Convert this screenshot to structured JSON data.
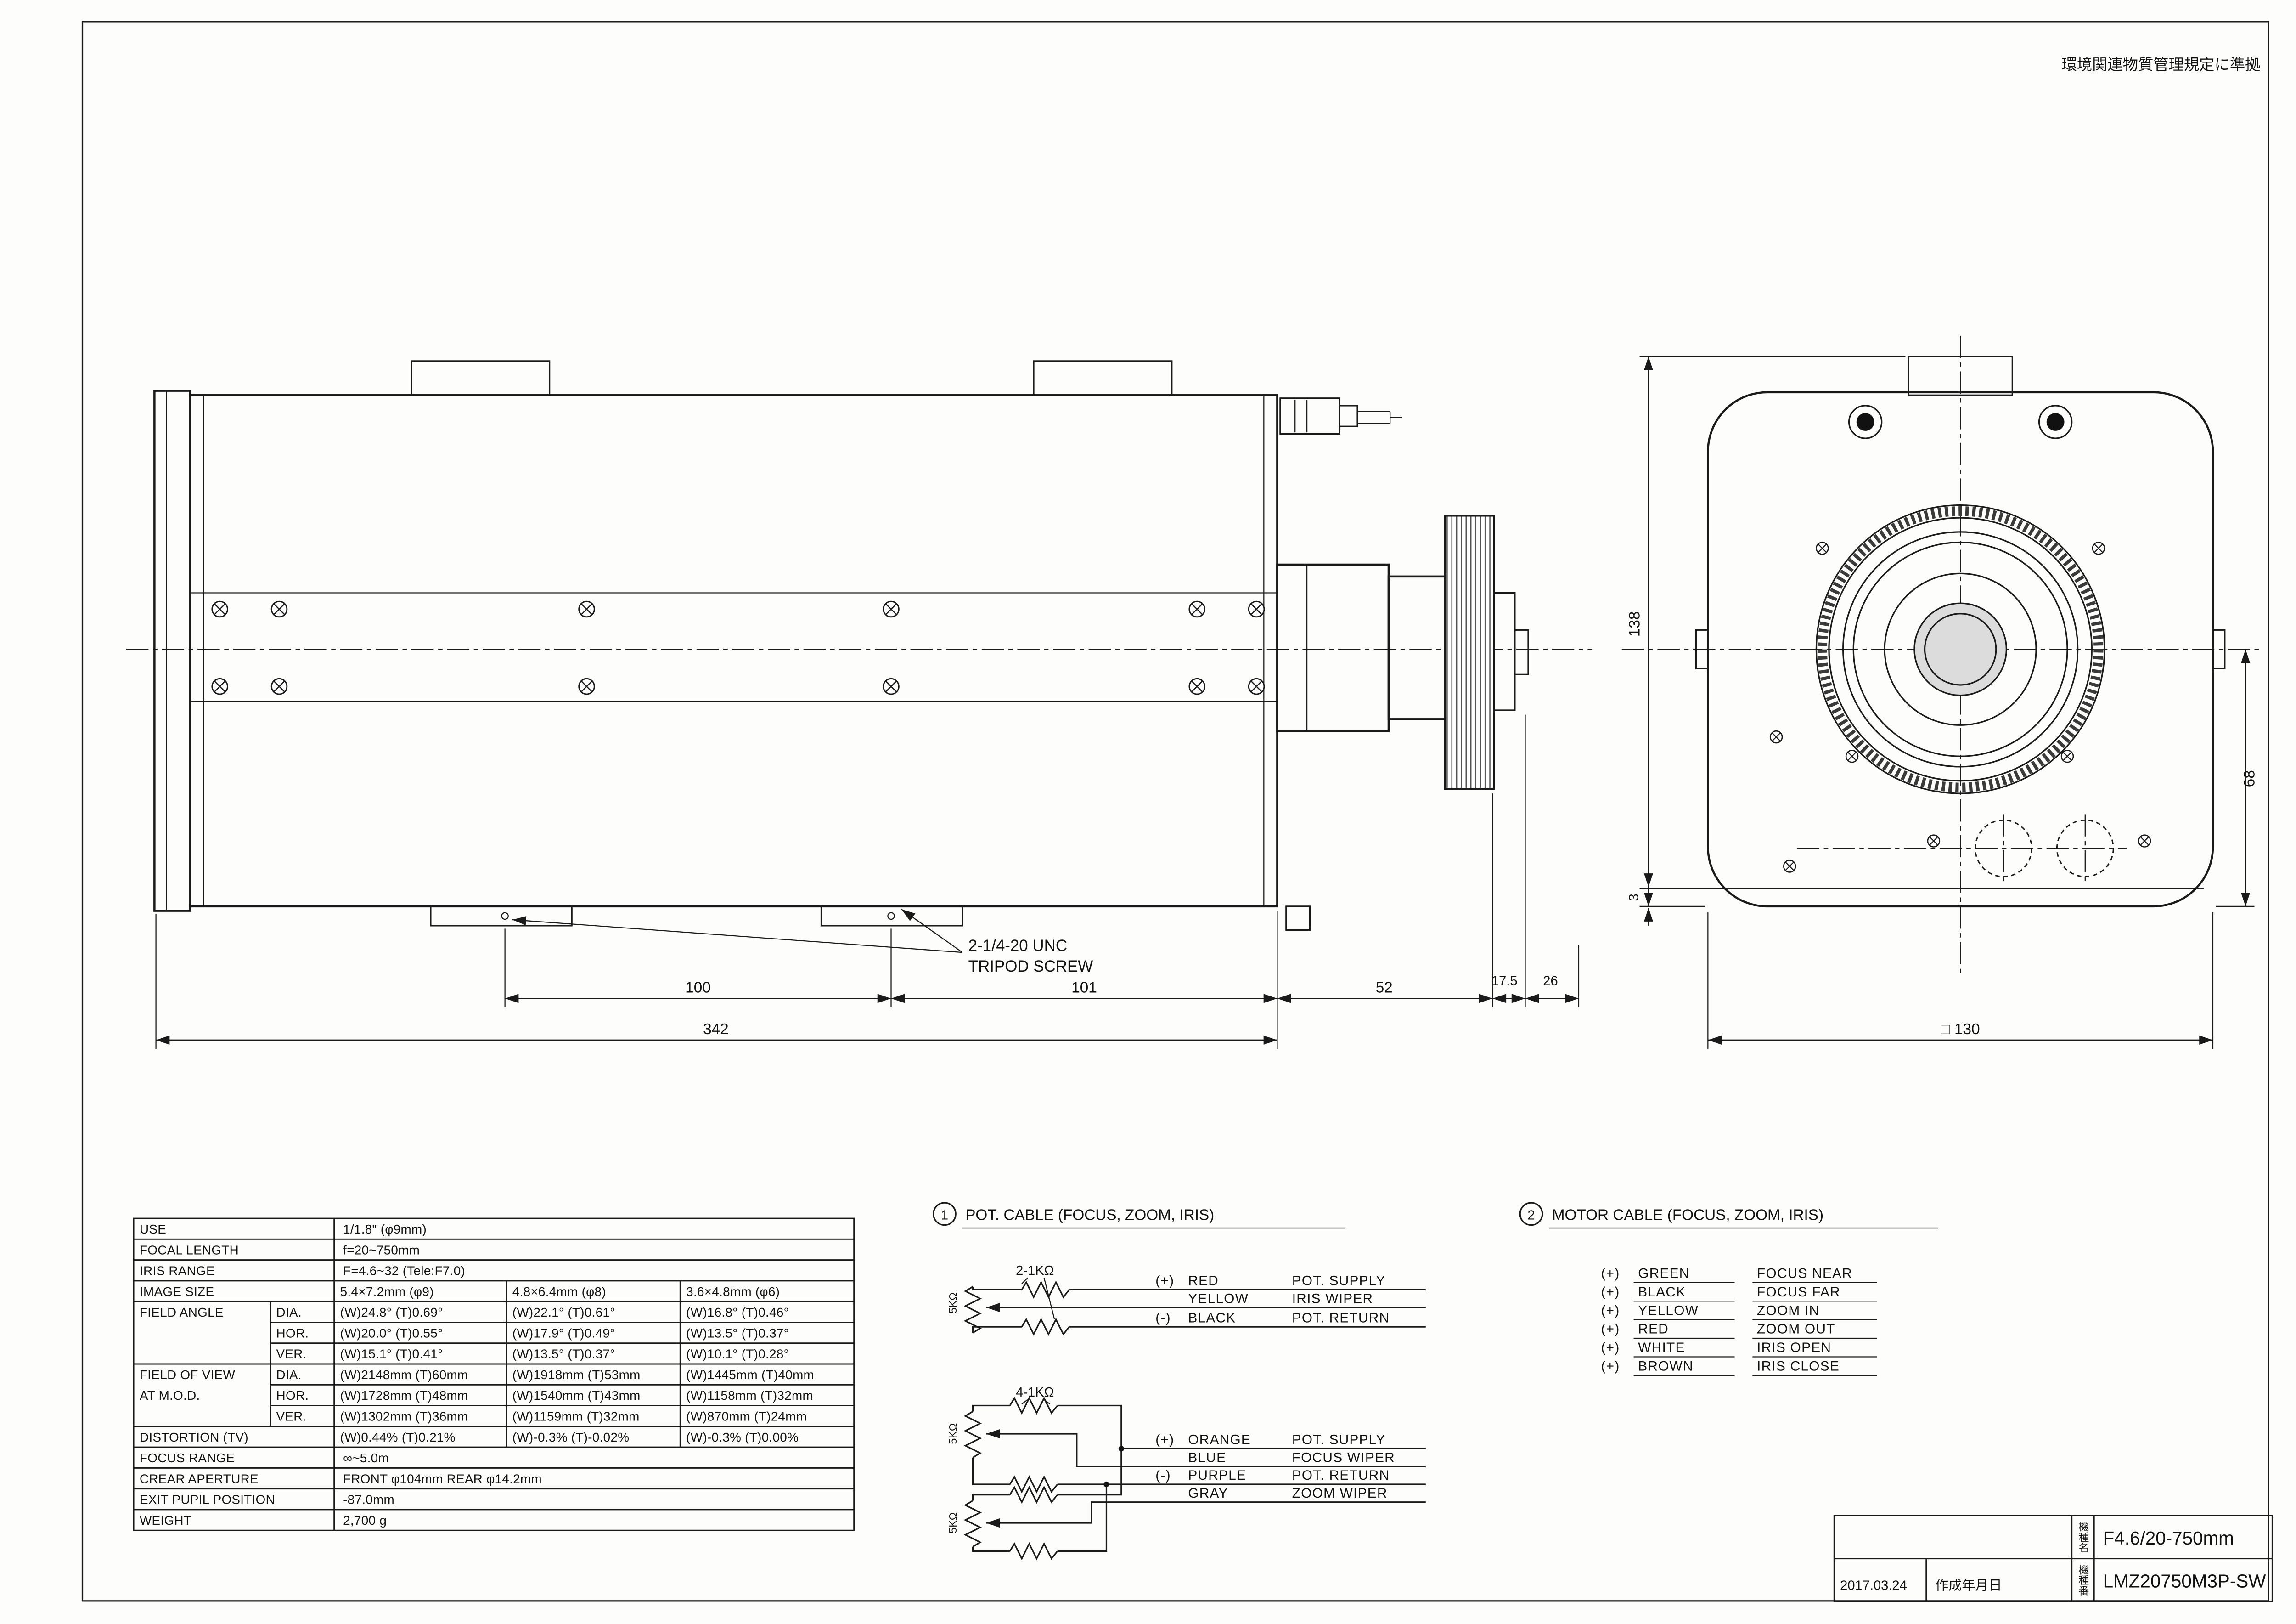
{
  "page": {
    "compliance_note": "環境関連物質管理規定に準拠"
  },
  "notes": {
    "tripod_line1": "2-1/4-20 UNC",
    "tripod_line2": "TRIPOD SCREW"
  },
  "dimensions": {
    "side": {
      "seg1": "100",
      "seg2": "101",
      "overall": "342",
      "rear": "52",
      "small1": "17.5",
      "small2": "26"
    },
    "front": {
      "height": "138",
      "lower": "68",
      "base": "3",
      "width": "□ 130"
    }
  },
  "spec_table": {
    "rows": [
      {
        "label": "USE",
        "value": "1/1.8\" (φ9mm)"
      },
      {
        "label": "FOCAL LENGTH",
        "value": "f=20~750mm"
      },
      {
        "label": "IRIS RANGE",
        "value": "F=4.6~32  (Tele:F7.0)"
      },
      {
        "label": "IMAGE SIZE",
        "c1": "5.4×7.2mm (φ9)",
        "c2": "4.8×6.4mm (φ8)",
        "c3": "3.6×4.8mm (φ6)"
      },
      {
        "label": "FIELD ANGLE",
        "sub": "DIA.",
        "c1": "(W)24.8° (T)0.69°",
        "c2": "(W)22.1° (T)0.61°",
        "c3": "(W)16.8° (T)0.46°"
      },
      {
        "label": "",
        "sub": "HOR.",
        "c1": "(W)20.0° (T)0.55°",
        "c2": "(W)17.9° (T)0.49°",
        "c3": "(W)13.5° (T)0.37°"
      },
      {
        "label": "",
        "sub": "VER.",
        "c1": "(W)15.1° (T)0.41°",
        "c2": "(W)13.5° (T)0.37°",
        "c3": "(W)10.1° (T)0.28°"
      },
      {
        "label": "FIELD OF VIEW",
        "sub": "DIA.",
        "c1": "(W)2148mm (T)60mm",
        "c2": "(W)1918mm (T)53mm",
        "c3": "(W)1445mm (T)40mm"
      },
      {
        "label": "AT M.O.D.",
        "sub": "HOR.",
        "c1": "(W)1728mm (T)48mm",
        "c2": "(W)1540mm (T)43mm",
        "c3": "(W)1158mm (T)32mm"
      },
      {
        "label": "",
        "sub": "VER.",
        "c1": "(W)1302mm (T)36mm",
        "c2": "(W)1159mm (T)32mm",
        "c3": "(W)870mm (T)24mm"
      },
      {
        "label": "DISTORTION (TV)",
        "c1": "(W)0.44% (T)0.21%",
        "c2": "(W)-0.3% (T)-0.02%",
        "c3": "(W)-0.3% (T)0.00%"
      },
      {
        "label": "FOCUS RANGE",
        "value": "∞~5.0m"
      },
      {
        "label": "CREAR APERTURE",
        "value": "FRONT φ104mm    REAR φ14.2mm"
      },
      {
        "label": "EXIT PUPIL POSITION",
        "value": "-87.0mm"
      },
      {
        "label": "WEIGHT",
        "value": "2,700 g"
      }
    ]
  },
  "pot_cable": {
    "num": "1",
    "title": "POT. CABLE (FOCUS, ZOOM, IRIS)",
    "r_label1": "2-1KΩ",
    "r_label2": "4-1KΩ",
    "pot_label": "5KΩ",
    "g1": [
      {
        "pol": "(+)",
        "color": "RED",
        "func": "POT. SUPPLY"
      },
      {
        "pol": "",
        "color": "YELLOW",
        "func": "IRIS WIPER"
      },
      {
        "pol": "(-)",
        "color": "BLACK",
        "func": "POT. RETURN"
      }
    ],
    "g2": [
      {
        "pol": "(+)",
        "color": "ORANGE",
        "func": "POT. SUPPLY"
      },
      {
        "pol": "",
        "color": "BLUE",
        "func": "FOCUS WIPER"
      },
      {
        "pol": "(-)",
        "color": "PURPLE",
        "func": "POT. RETURN"
      },
      {
        "pol": "",
        "color": "GRAY",
        "func": "ZOOM WIPER"
      }
    ]
  },
  "motor_cable": {
    "num": "2",
    "title": "MOTOR CABLE (FOCUS, ZOOM, IRIS)",
    "wires": [
      {
        "pol": "(+)",
        "color": "GREEN",
        "func": "FOCUS NEAR"
      },
      {
        "pol": "(+)",
        "color": "BLACK",
        "func": "FOCUS FAR"
      },
      {
        "pol": "(+)",
        "color": "YELLOW",
        "func": "ZOOM IN"
      },
      {
        "pol": "(+)",
        "color": "RED",
        "func": "ZOOM OUT"
      },
      {
        "pol": "(+)",
        "color": "WHITE",
        "func": "IRIS OPEN"
      },
      {
        "pol": "(+)",
        "color": "BROWN",
        "func": "IRIS CLOSE"
      }
    ]
  },
  "title_block": {
    "model_name_label": "機種名",
    "model_name": "F4.6/20-750mm",
    "model_no_label": "機種番",
    "model_no": "LMZ20750M3P-SW",
    "date": "2017.03.24",
    "date_label": "作成年月日"
  }
}
